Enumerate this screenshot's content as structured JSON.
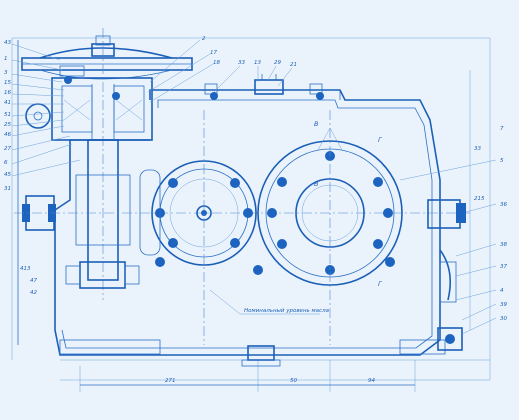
{
  "drawing": {
    "colors": {
      "paper": "#eaf3fb",
      "line": "#1b5fb8",
      "light": "#6aa0de",
      "fill": "#1d63c0"
    },
    "callouts_left": [
      "43",
      "1",
      "3",
      "15",
      "16",
      "41",
      "51",
      "25",
      "46",
      "27",
      "6",
      "31",
      "45",
      "47",
      "42"
    ],
    "callouts_top": [
      "2",
      "17",
      "18",
      "33",
      "13",
      "29",
      "21"
    ],
    "callouts_right": [
      "5",
      "36",
      "38",
      "37",
      "4",
      "39",
      "30",
      "7"
    ],
    "letter_marks": [
      "B",
      "B",
      "Г",
      "Г"
    ],
    "centerline_caption": "Номинальный уровень масла",
    "dimensions": {
      "bottom": [
        "271",
        "50",
        "94"
      ],
      "left": "413",
      "right": [
        "215",
        "33"
      ]
    }
  }
}
